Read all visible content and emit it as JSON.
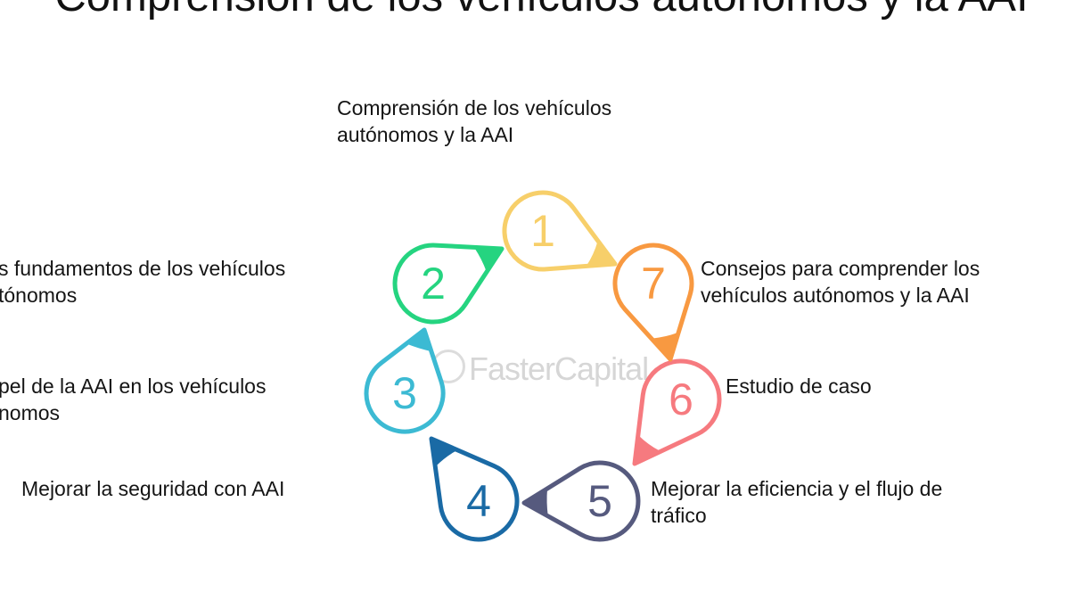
{
  "title": "Comprensión de los vehículos autónomos y la AAI",
  "watermark": "FasterCapital",
  "steps": [
    {
      "number": "1",
      "lines": [
        "Comprensión de los vehículos",
        "autónomos y la AAI"
      ],
      "color": "#f7cf6a"
    },
    {
      "number": "2",
      "lines": [
        "s fundamentos de los vehículos",
        "tónomos"
      ],
      "color": "#25d480"
    },
    {
      "number": "3",
      "lines": [
        "pel de la AAI en los vehículos",
        "nomos"
      ],
      "color": "#3cbad3"
    },
    {
      "number": "4",
      "lines": [
        "Mejorar la seguridad con AAI"
      ],
      "color": "#1a6aa5"
    },
    {
      "number": "5",
      "lines": [
        "Mejorar la eficiencia y el flujo de",
        "tráfico"
      ],
      "color": "#565a7e"
    },
    {
      "number": "6",
      "lines": [
        "Estudio de caso"
      ],
      "color": "#f67a7f"
    },
    {
      "number": "7",
      "lines": [
        "Consejos para comprender los",
        "vehículos autónomos y la AAI"
      ],
      "color": "#f89941"
    }
  ]
}
